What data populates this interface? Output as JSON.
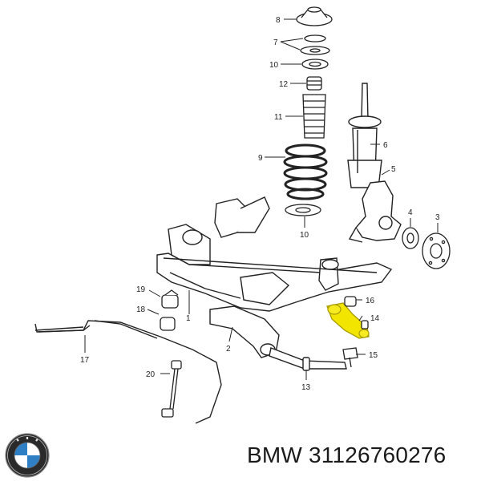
{
  "diagram": {
    "parts": [
      {
        "id": "p8",
        "number": "8"
      },
      {
        "id": "p7",
        "number": "7"
      },
      {
        "id": "p10a",
        "number": "10"
      },
      {
        "id": "p12",
        "number": "12"
      },
      {
        "id": "p11",
        "number": "11"
      },
      {
        "id": "p9",
        "number": "9"
      },
      {
        "id": "p10b",
        "number": "10"
      },
      {
        "id": "p6",
        "number": "6"
      },
      {
        "id": "p5",
        "number": "5"
      },
      {
        "id": "p4",
        "number": "4"
      },
      {
        "id": "p3",
        "number": "3"
      },
      {
        "id": "p19",
        "number": "19"
      },
      {
        "id": "p18",
        "number": "18"
      },
      {
        "id": "p1",
        "number": "1"
      },
      {
        "id": "p16",
        "number": "16"
      },
      {
        "id": "p14",
        "number": "14"
      },
      {
        "id": "p15",
        "number": "15"
      },
      {
        "id": "p17",
        "number": "17"
      },
      {
        "id": "p2",
        "number": "2"
      },
      {
        "id": "p13",
        "number": "13"
      },
      {
        "id": "p20",
        "number": "20"
      }
    ],
    "highlight_color": "#f2e600"
  },
  "footer": {
    "brand": "BMW",
    "part_number": "31126760276",
    "caption": "BMW 31126760276"
  }
}
